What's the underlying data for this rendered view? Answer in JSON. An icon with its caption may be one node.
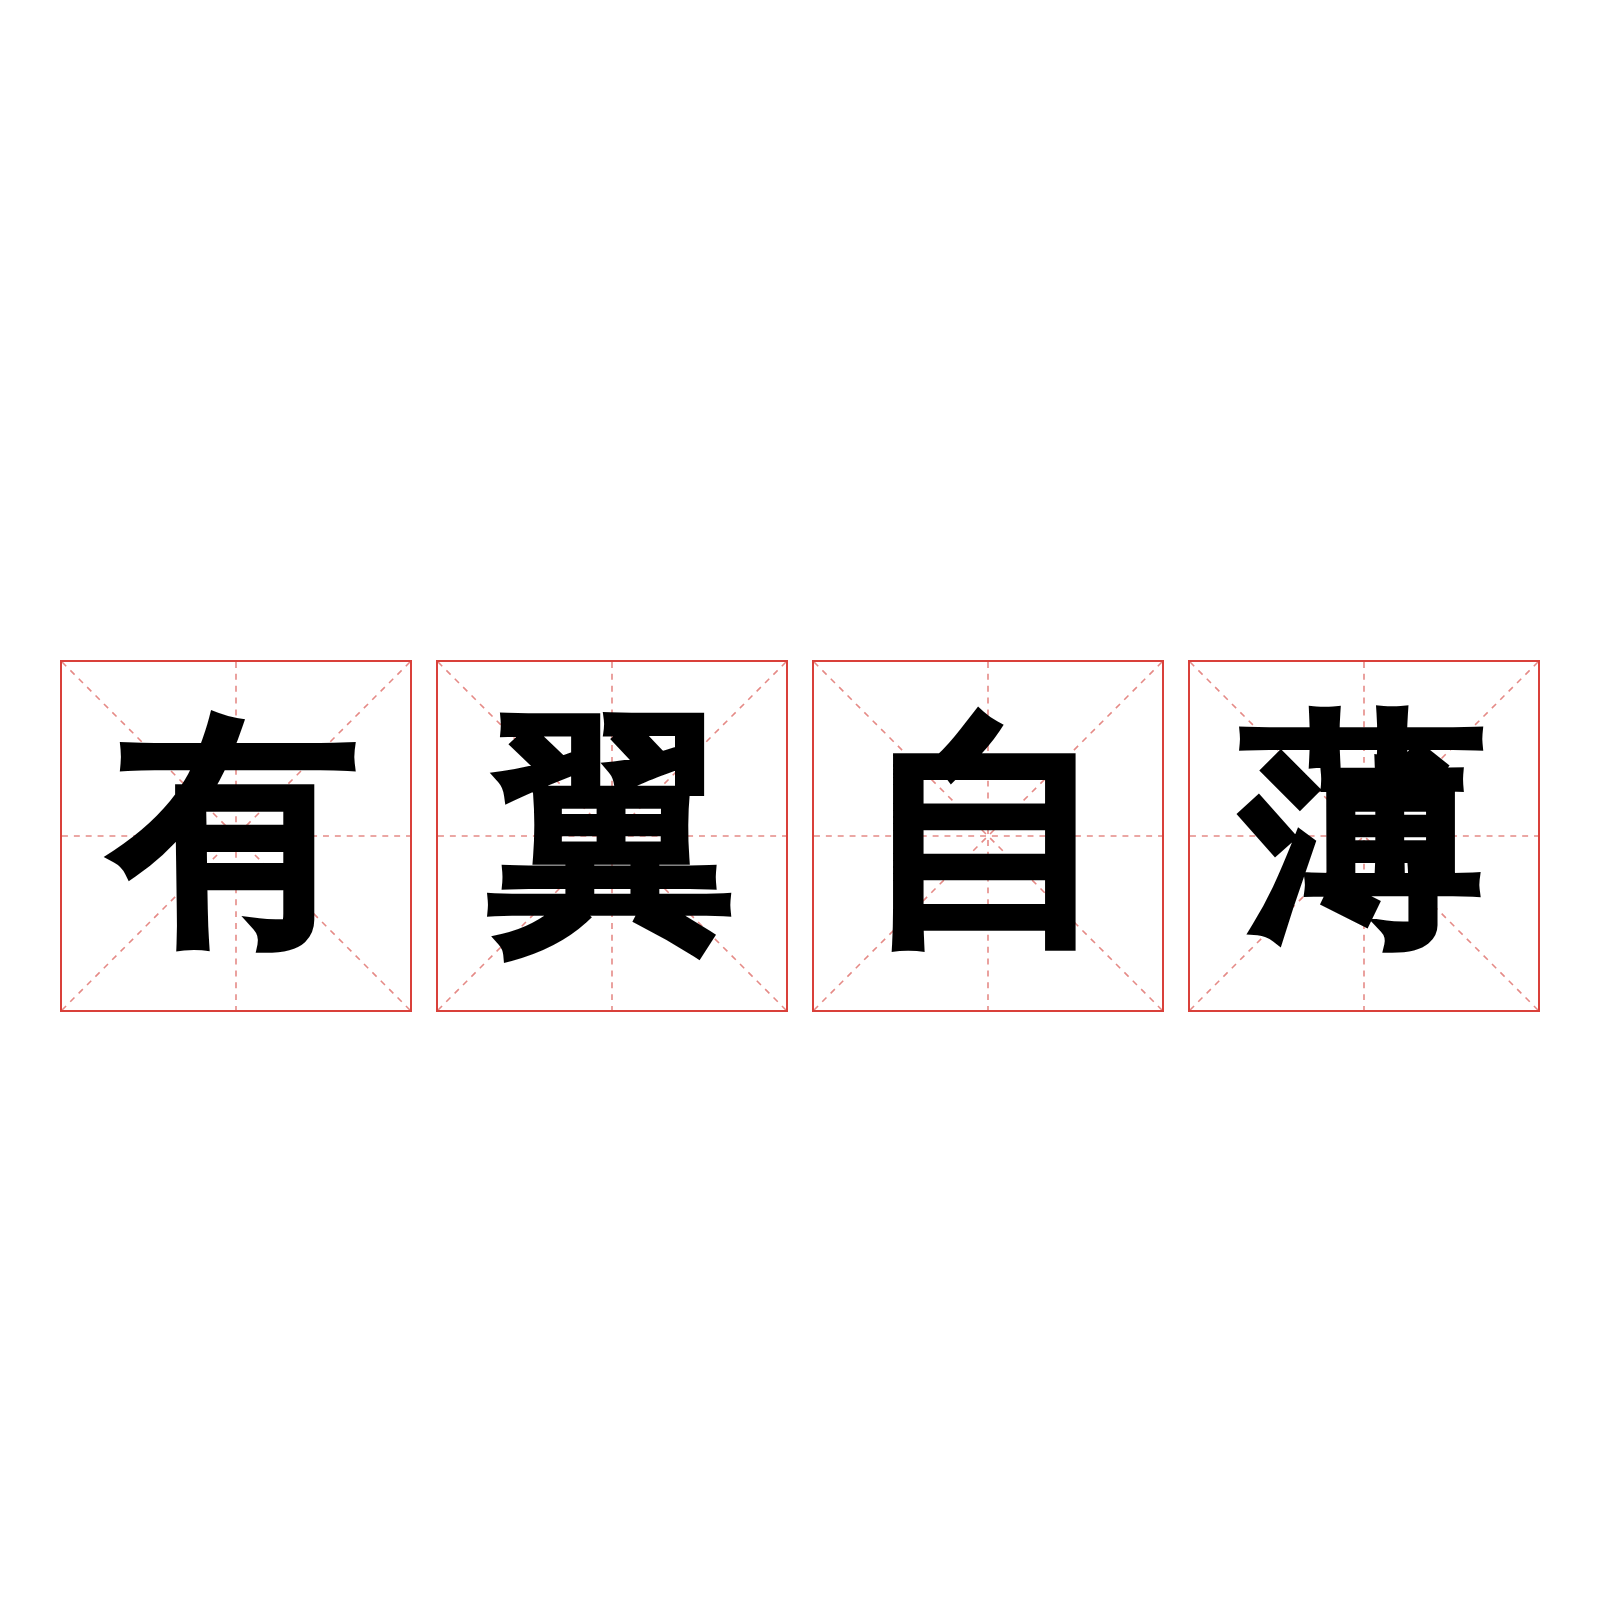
{
  "diagram": {
    "nodes": [
      {
        "text": [
          "有"
        ]
      },
      {
        "text": [
          "翼"
        ]
      },
      {
        "text": [
          "自"
        ]
      },
      {
        "text": [
          "薄"
        ]
      }
    ]
  }
}
